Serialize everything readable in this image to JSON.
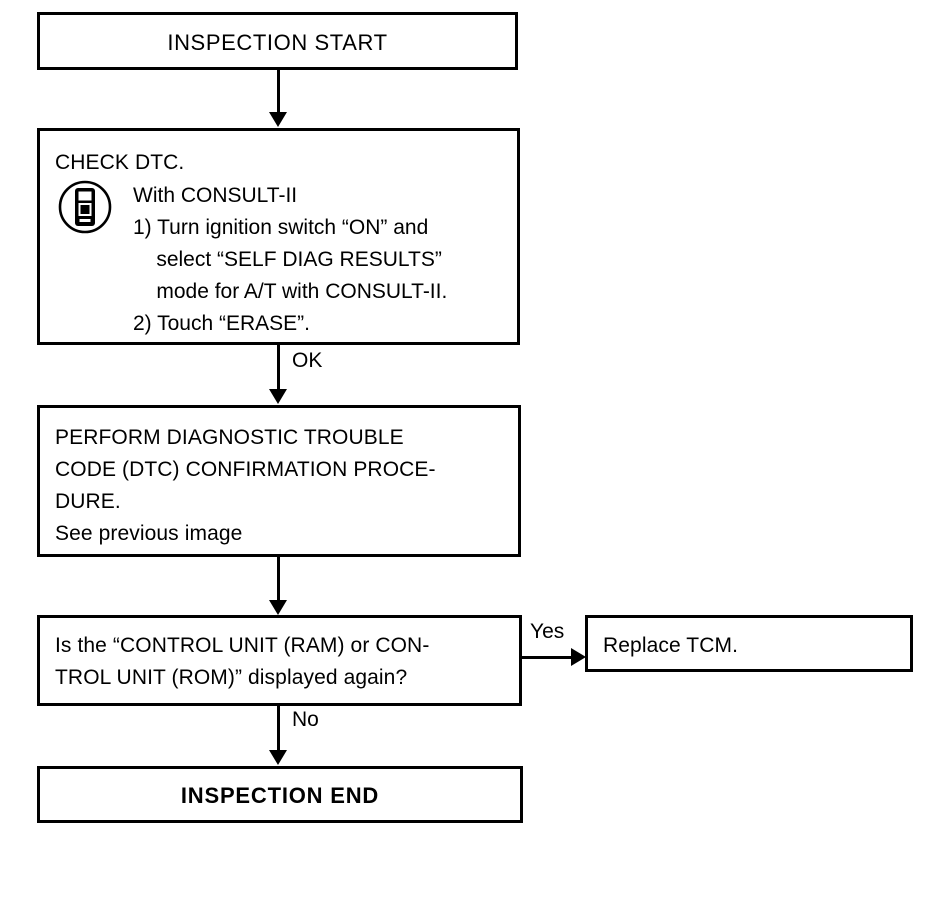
{
  "diagram": {
    "type": "flowchart",
    "title": "DTC CONTROL UNIT (RAM/ROM) inspection flow",
    "nodes": {
      "start": {
        "label": "INSPECTION START"
      },
      "check_dtc": {
        "heading": "CHECK DTC.",
        "icon": "consult-ii-scan-tool-icon",
        "subheading": "With CONSULT-II",
        "steps": [
          "1) Turn ignition switch “ON” and",
          "    select “SELF DIAG RESULTS”",
          "    mode for A/T with CONSULT-II.",
          "2) Touch “ERASE”."
        ]
      },
      "perform_procedure": {
        "line1": "PERFORM DIAGNOSTIC TROUBLE",
        "line2": "CODE (DTC) CONFIRMATION PROCE-",
        "line3": "DURE.",
        "line4": "See previous image"
      },
      "decision": {
        "line1": "Is the “CONTROL UNIT (RAM) or CON-",
        "line2": "TROL UNIT (ROM)” displayed again?"
      },
      "replace_tcm": {
        "label": "Replace TCM."
      },
      "end": {
        "label": "INSPECTION END"
      }
    },
    "edges": {
      "start_to_check": "",
      "check_to_perform": "OK",
      "perform_to_decision": "",
      "decision_yes": "Yes",
      "decision_no": "No"
    },
    "colors": {
      "stroke": "#000000",
      "background": "#ffffff",
      "text": "#000000"
    }
  }
}
